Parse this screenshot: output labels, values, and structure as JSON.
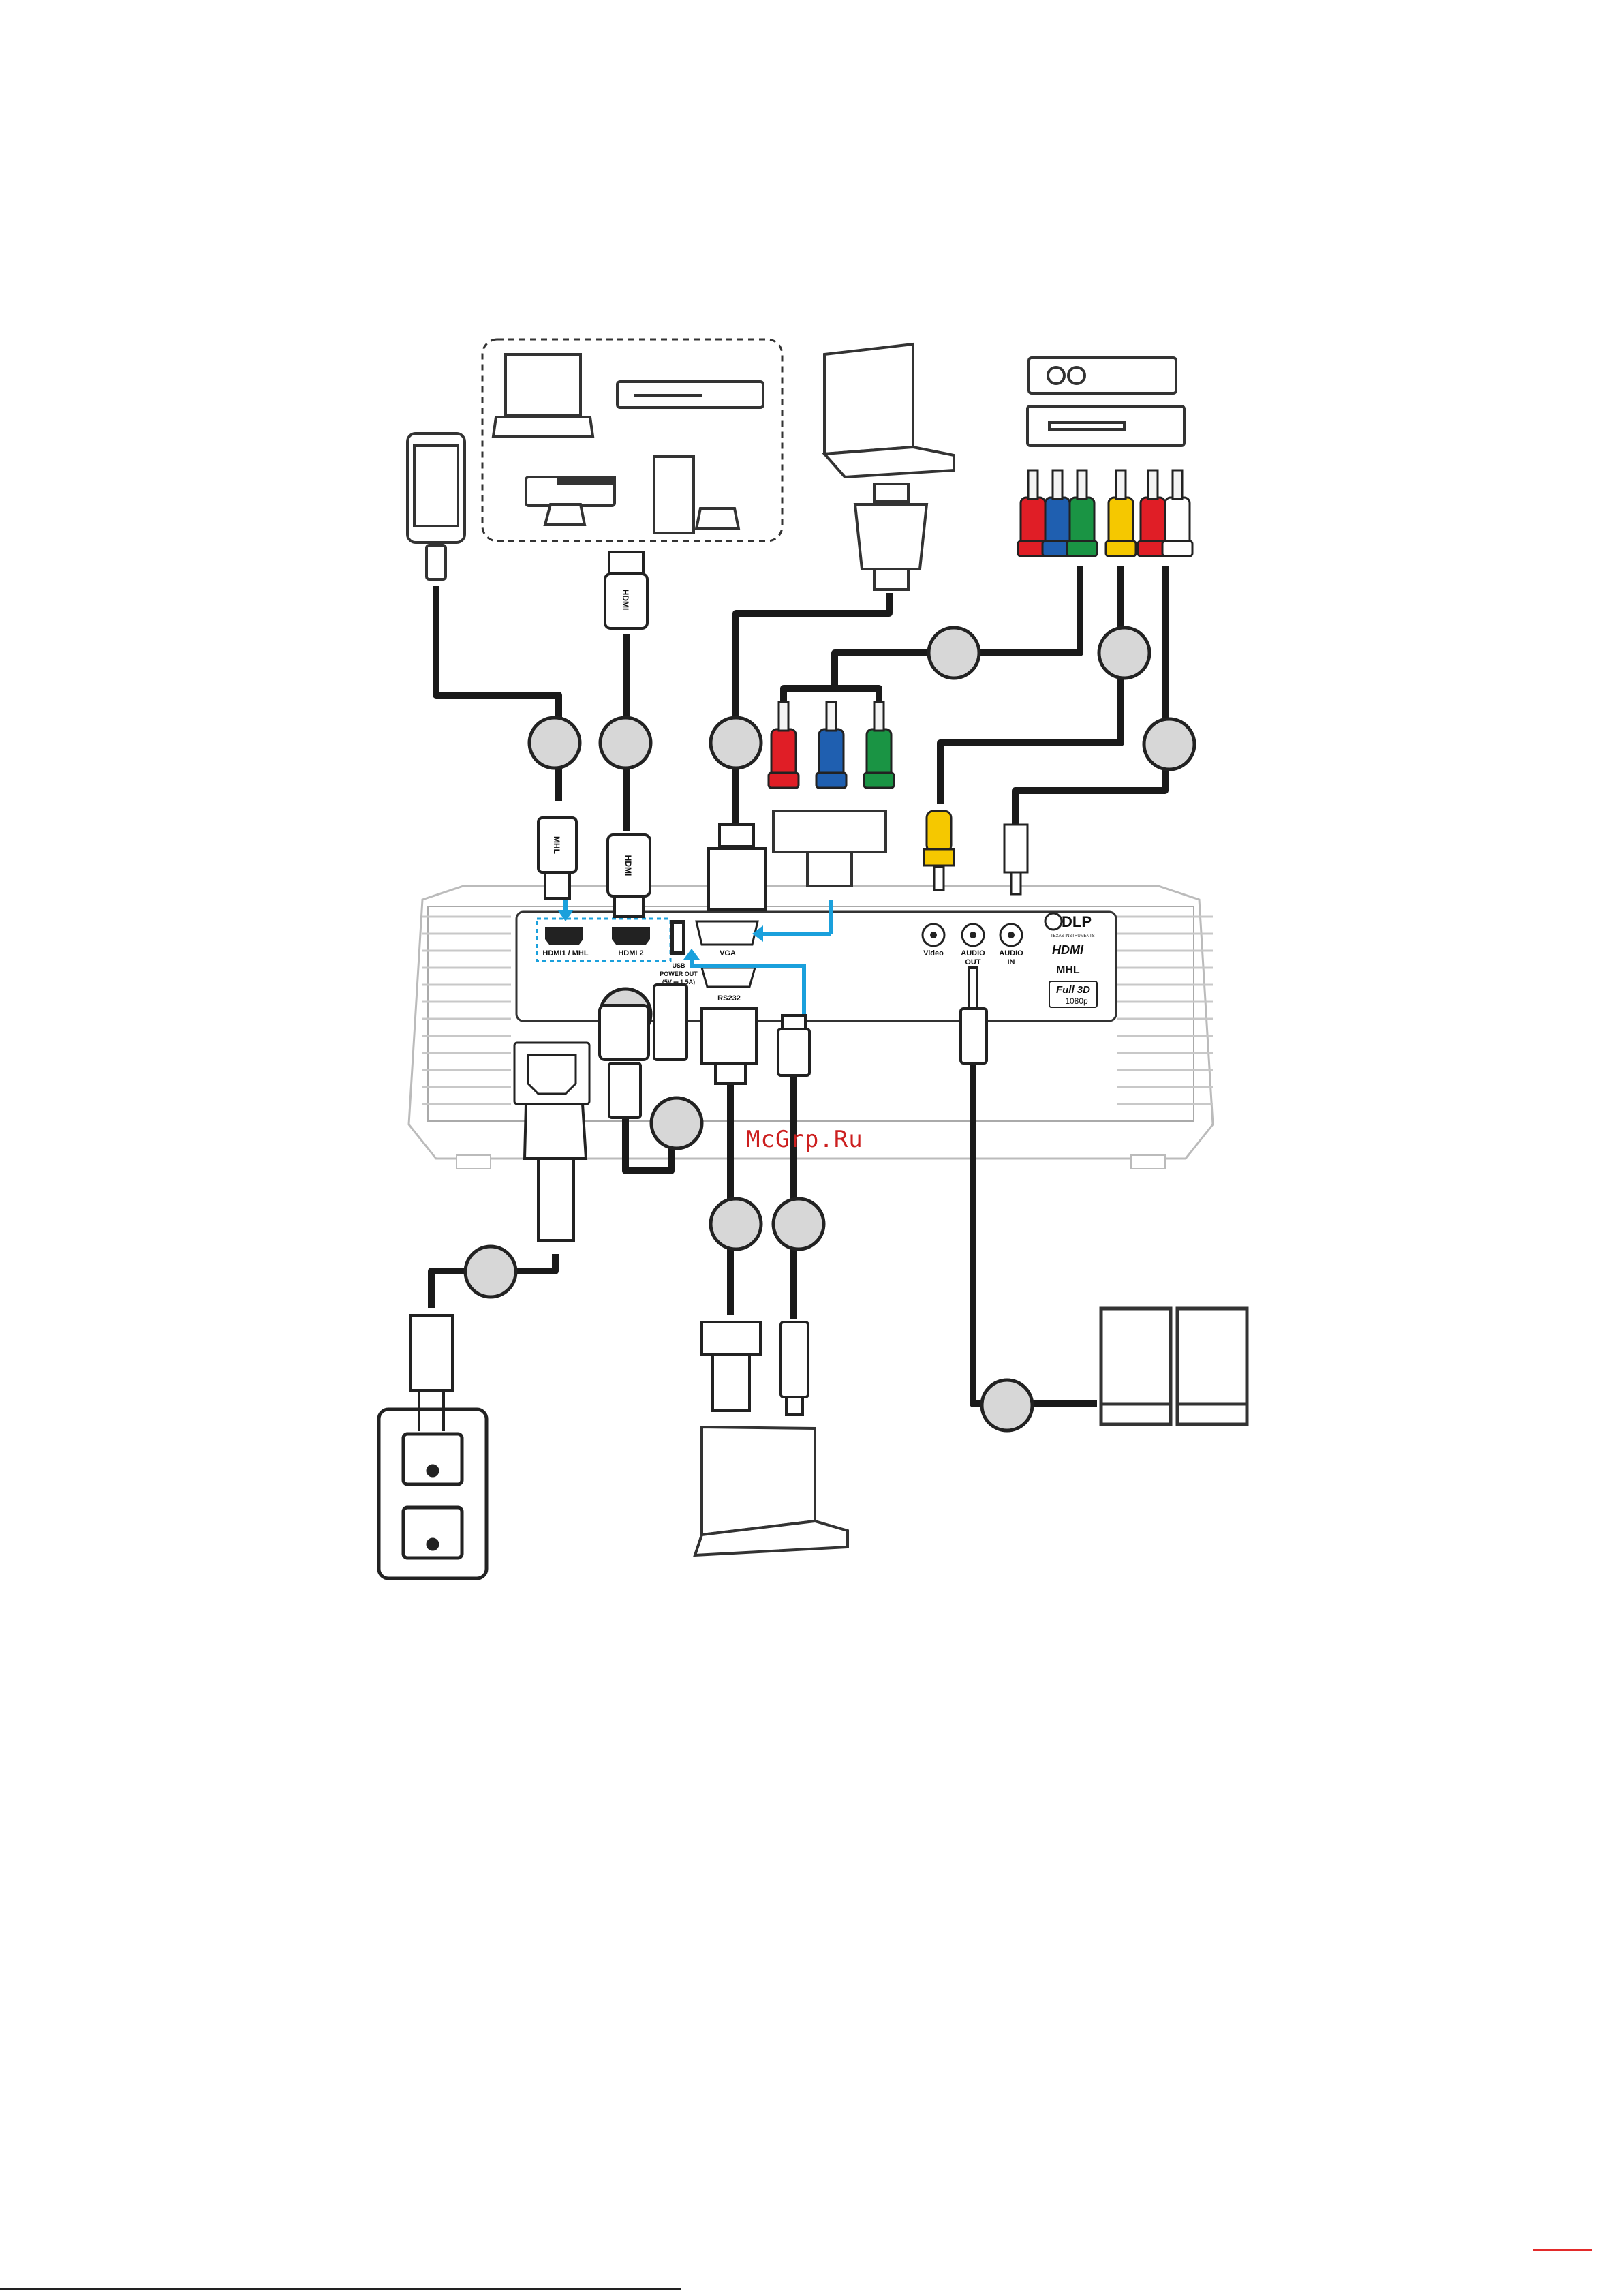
{
  "ports": {
    "hdmi1_mhl": "HDMI1 / MHL",
    "hdmi2": "HDMI 2",
    "vga": "VGA",
    "usb_power_out_line1": "USB",
    "usb_power_out_line2": "POWER OUT",
    "usb_power_out_line3": "(5V ⎓ 1.5A)",
    "rs232": "RS232",
    "video": "Video",
    "audio_out_line1": "AUDIO",
    "audio_out_line2": "OUT",
    "audio_in_line1": "AUDIO",
    "audio_in_line2": "IN"
  },
  "logos": {
    "dlp": "DLP",
    "dlp_sub": "TEXAS INSTRUMENTS",
    "hdmi": "HDMI",
    "mhl": "MHL",
    "full3d": "Full 3D",
    "full3d_sub": "1080p"
  },
  "cable_connector_text": {
    "mhl_plug": "MHL",
    "hdmi_plug_top": "HDMI",
    "hdmi_plug_bottom": "HDMI"
  },
  "watermark": "McGrp.Ru",
  "colors": {
    "cable": "#1a1a1a",
    "highlight": "#1aa0dc",
    "rca_red": "#e01e26",
    "rca_blue": "#1f5fb0",
    "rca_green": "#1a9444",
    "rca_yellow": "#f5c800",
    "rca_white": "#ffffff",
    "watermark": "#cc1f1f",
    "accent_line": "#e32b2b"
  }
}
